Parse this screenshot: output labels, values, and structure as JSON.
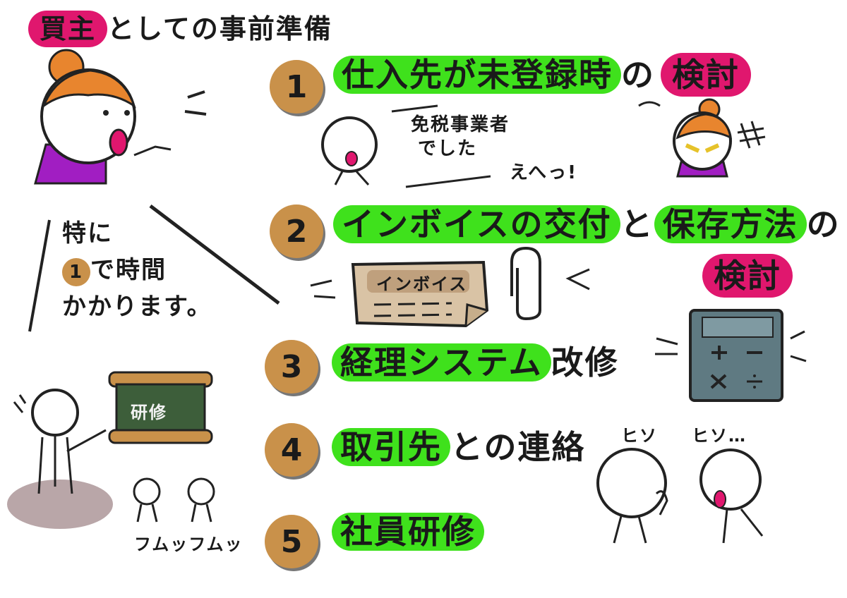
{
  "title": {
    "highlight": "買主",
    "rest": "としての事前準備"
  },
  "steps": [
    {
      "number": "1",
      "highlight": "仕入先が未登録時",
      "rest": "の",
      "pink": "検討"
    },
    {
      "number": "2",
      "highlight1": "インボイスの交付",
      "mid": "と",
      "highlight2": "保存方法",
      "rest": "の",
      "pink": "検討"
    },
    {
      "number": "3",
      "highlight": "経理システム",
      "rest": "改修"
    },
    {
      "number": "4",
      "highlight": "取引先",
      "rest": "との連絡"
    },
    {
      "number": "5",
      "highlight": "社員研修",
      "rest": ""
    }
  ],
  "side_note": {
    "line1": "特に",
    "circle_number": "1",
    "line2_rest": "で時間",
    "line3": "かかります。"
  },
  "speech": {
    "line1": "免税事業者",
    "line2": "でした",
    "line3": "えへっ!"
  },
  "invoice_label": "インボイス",
  "chalkboard_label": "研修",
  "listeners_sound": "フムッフムッ",
  "whisper": {
    "left": "ヒソ",
    "right": "ヒソ…"
  },
  "colors": {
    "highlight": "#3fe11c",
    "pink": "#e0176e",
    "coin": "#c9914a",
    "purple": "#a11ec2",
    "hair": "#e8852e"
  }
}
